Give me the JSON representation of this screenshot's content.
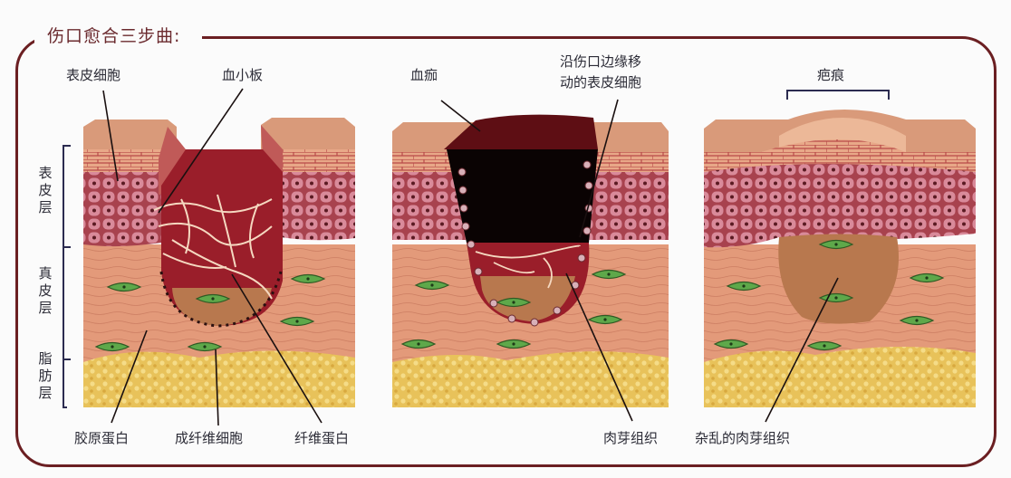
{
  "title": "伤口愈合三步曲:",
  "colors": {
    "frame": "#6b1f22",
    "epidermis_top": "#d99a7a",
    "epidermis_cells": "#a8424e",
    "cell_fill": "#d98a9a",
    "dermis": "#e39a7a",
    "fat": "#e8c25a",
    "blood": "#9a1e2a",
    "scab": "#110404",
    "granulation": "#b86a4a",
    "fibroblast": "#5ea84a"
  },
  "layers": {
    "epidermis": "表皮层",
    "dermis": "真皮层",
    "fat": "脂肪层"
  },
  "panel1": {
    "labels": {
      "epidermal_cells": "表皮细胞",
      "platelets": "血小板",
      "collagen": "胶原蛋白",
      "fibroblasts": "成纤维细胞",
      "fibrin": "纤维蛋白"
    }
  },
  "panel2": {
    "labels": {
      "scab": "血痂",
      "migrating_cells_line1": "沿伤口边缘移",
      "migrating_cells_line2": "动的表皮细胞",
      "granulation": "肉芽组织"
    }
  },
  "panel3": {
    "labels": {
      "scar": "疤痕",
      "disordered_granulation": "杂乱的肉芽组织"
    }
  }
}
